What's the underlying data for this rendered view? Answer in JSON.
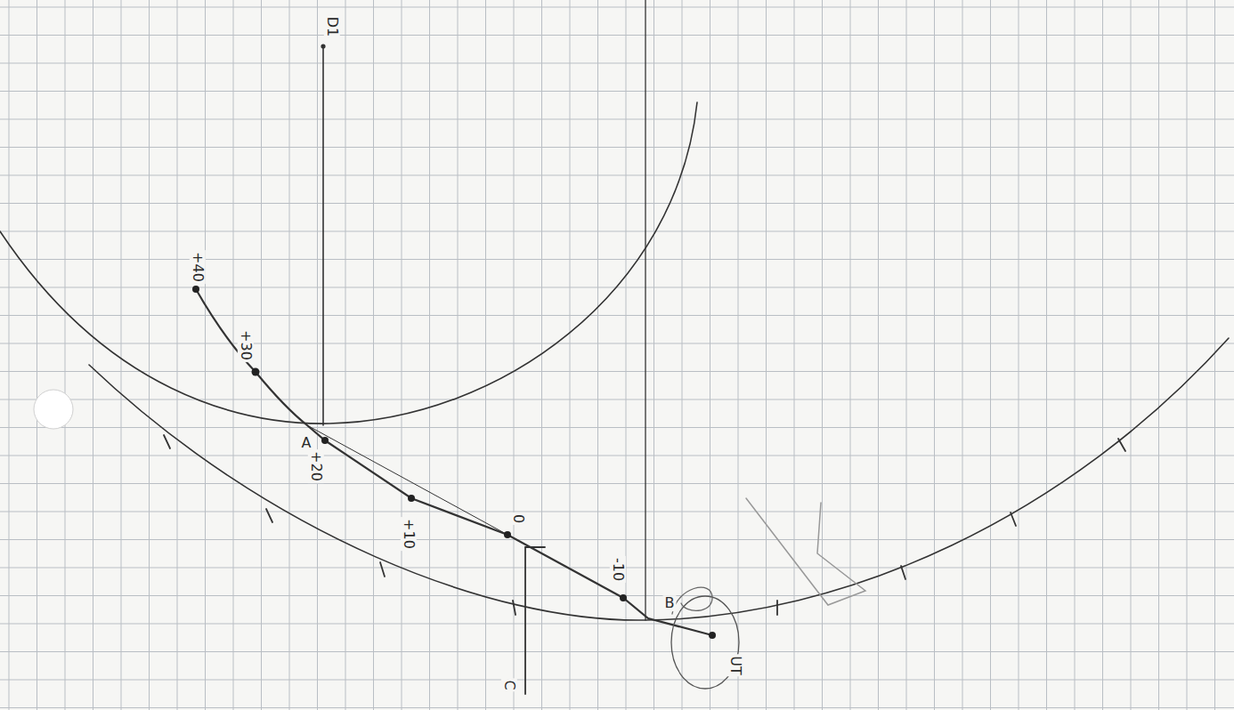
{
  "diagram": {
    "labels": [
      "D1",
      "+40",
      "+30",
      "A",
      "+20",
      "+10",
      "0",
      "-10",
      "B",
      "UT",
      "C"
    ]
  }
}
